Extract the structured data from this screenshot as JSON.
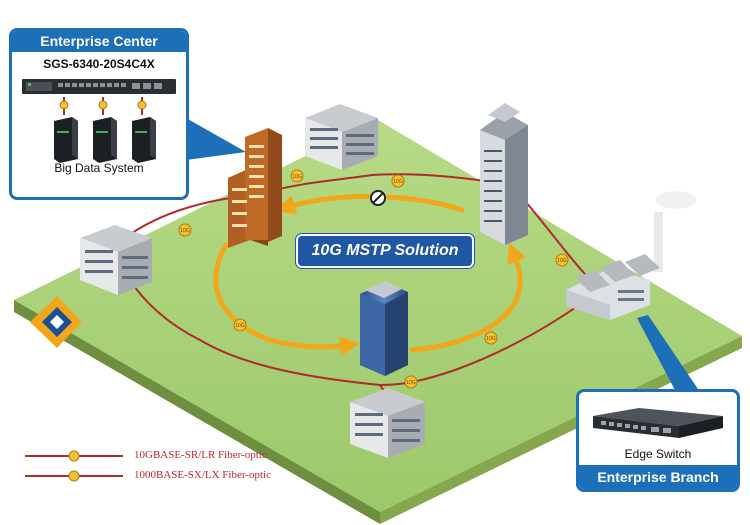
{
  "enterprise_center": {
    "title": "Enterprise Center",
    "model": "SGS-6340-20S4C4X",
    "caption": "Big Data System"
  },
  "solution_label": "10G MSTP Solution",
  "enterprise_branch": {
    "title": "Enterprise Branch",
    "caption": "Edge Switch"
  },
  "link_label": "10G",
  "legend": [
    {
      "label": "10GBASE-SR/LR Fiber-optic",
      "color": "#c0262c"
    },
    {
      "label": "1000BASE-SX/LX Fiber-optic",
      "color": "#c0262c"
    }
  ],
  "colors": {
    "brand_blue": "#1d6fb8",
    "ground": "#a6cf72",
    "ring_arrow": "#f2a61c",
    "fiber_line": "#b02a2a",
    "node_badge": "#f5c033"
  }
}
